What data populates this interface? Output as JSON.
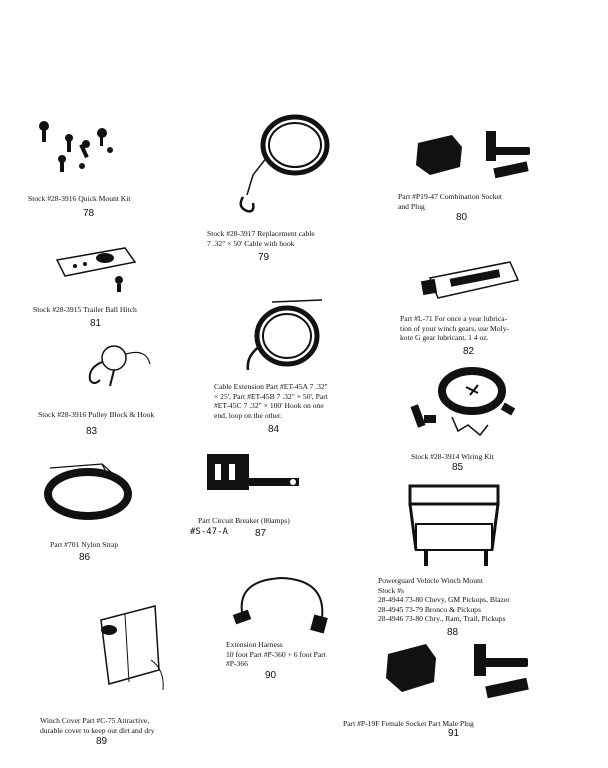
{
  "items": [
    {
      "number": "78",
      "caption": "Stock #28-3916 Quick Mount Kit"
    },
    {
      "number": "79",
      "caption": "Stock #28-3917 Replacement cable\n7 .32\" × 50' Cable with hook"
    },
    {
      "number": "80",
      "caption": "Part #P19-47 Combination Socket\nand Plug"
    },
    {
      "number": "81",
      "caption": "Stock #28-3915 Trailer Ball Hitch"
    },
    {
      "number": "82",
      "caption": "Part #L-71 For once a year lubrica-\ntion of your winch gears, use Moly-\nkote G gear lubricant, 1 4 oz."
    },
    {
      "number": "83",
      "caption": "Stock #28-3916 Pulley Block & Hook"
    },
    {
      "number": "84",
      "caption": "Cable Extension Part #ET-45A 7 .32\"\n× 25', Part #ET-45B 7 .32\" × 50', Part\n#ET-45C 7 .32\" × 100' Hook on one\nend, loop on the other."
    },
    {
      "number": "85",
      "caption": "Stock #28-3914 Wiring Kit"
    },
    {
      "number": "86",
      "caption": "Part #701 Nylon Strap"
    },
    {
      "number": "87",
      "caption": "Part        Circuit Breaker (80amps)",
      "handwritten": "#S-47-A"
    },
    {
      "number": "88",
      "caption": "Powerguard Vehicle Winch Mount\nStock #s\n28-4944  73-80 Chevy, GM Pickups, Blazer\n28-4945  73-79 Bronco & Pickups\n28-4946  73-80 Chry., Ram, Trail, Pickups"
    },
    {
      "number": "89",
      "caption": "Winch Cover Part #C-75 Attractive,\ndurable cover to keep out dirt and dry"
    },
    {
      "number": "90",
      "caption": "Extension Harness\n10 foot Part #P-360 + 6 foot Part\n#P-366"
    },
    {
      "number": "91",
      "caption": "Part #P-19F Female Socket     Part                Male Plug"
    }
  ]
}
